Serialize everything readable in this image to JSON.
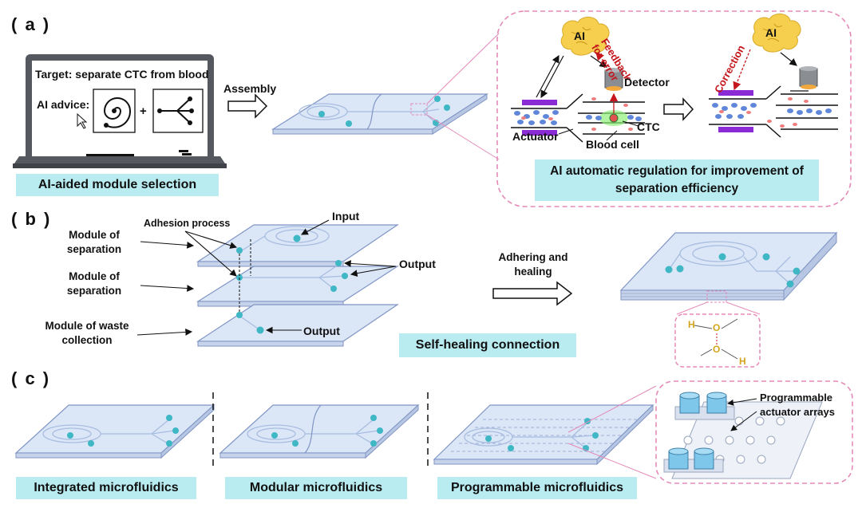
{
  "panel_a": {
    "label": "( a )",
    "laptop": {
      "target_text": "Target: separate CTC from blood",
      "advice_label": "AI advice:",
      "plus": "+"
    },
    "assembly_label": "Assembly",
    "module_selection": "AI-aided module selection",
    "regulation": {
      "ai_left": "AI",
      "ai_right": "AI",
      "feedback": "Feedback for error",
      "correction": "Correction",
      "detector": "Detector",
      "ctc": "CTC",
      "actuator": "Actuator",
      "blood_cell": "Blood cell",
      "caption": "AI automatic regulation for improvement of separation efficiency"
    }
  },
  "panel_b": {
    "label": "( b )",
    "adhesion_process": "Adhesion process",
    "module_sep_1": "Module of separation",
    "module_sep_2": "Module of separation",
    "module_waste": "Module of waste collection",
    "input": "Input",
    "output_1": "Output",
    "output_2": "Output",
    "adhering": "Adhering and healing",
    "self_healing": "Self-healing connection",
    "molecule": {
      "h1": "H",
      "o1": "O",
      "o2": "O",
      "h2": "H"
    }
  },
  "panel_c": {
    "label": "( c )",
    "integrated": "Integrated microfluidics",
    "modular": "Modular microfluidics",
    "programmable": "Programmable microfluidics",
    "actuator_arrays": "Programmable actuator arrays"
  },
  "colors": {
    "cyan_box": "#b9ecf1",
    "chip_fill": "#dbe6f7",
    "chip_edge": "#7f95c4",
    "dot": "#3fb7c4",
    "pink_dash": "#e48ab8",
    "purple": "#8b2bd6",
    "red": "#c4161c",
    "brain": "#f5cf4d"
  }
}
